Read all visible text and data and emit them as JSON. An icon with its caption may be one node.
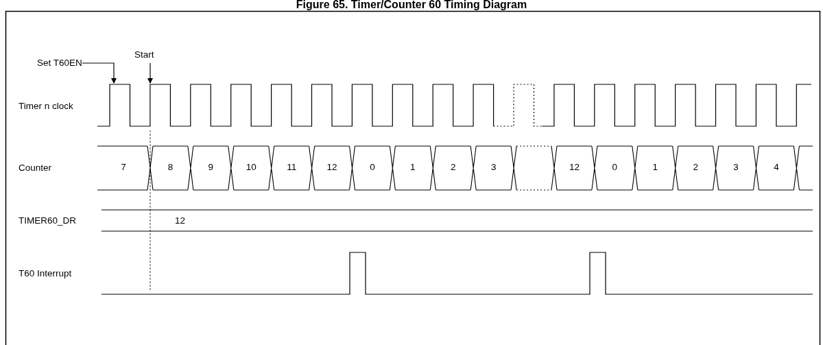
{
  "diagram": {
    "title": "Figure 65. Timer/Counter 60 Timing Diagram",
    "nodes": [
      {
        "text": [
          "Set T60EN"
        ]
      },
      {
        "text": [
          "Start"
        ]
      },
      {
        "text": [],
        "shape": "waveform"
      }
    ],
    "edges": [
      {
        "from": 0,
        "to": 2,
        "arrow": "to"
      },
      {
        "from": 1,
        "to": 2,
        "arrow": "to"
      }
    ],
    "labels": [
      "Timer n clock",
      "Counter",
      "7",
      "8",
      "9",
      "10",
      "11",
      "12",
      "0",
      "1",
      "2",
      "3",
      "12",
      "0",
      "1",
      "2",
      "3",
      "4",
      "TIMER60_DR",
      "12",
      "T60 Interrupt"
    ]
  }
}
